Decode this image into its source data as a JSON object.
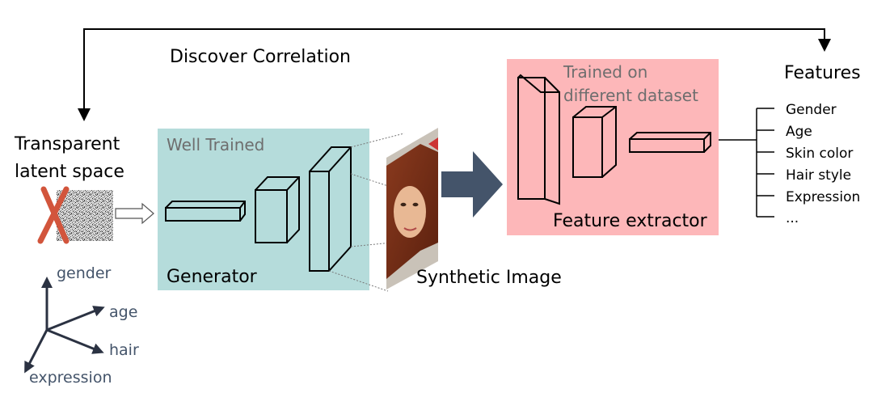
{
  "top_loop": {
    "label": "Discover Correlation"
  },
  "latent": {
    "title_line1": "Transparent",
    "title_line2": "latent space"
  },
  "generator": {
    "header": "Well Trained",
    "name": "Generator",
    "panel_color": "#b5dcdb"
  },
  "synthetic": {
    "label": "Synthetic Image"
  },
  "extractor": {
    "header_line1": "Trained on",
    "header_line2": "different dataset",
    "name": "Feature extractor",
    "panel_color": "#fdb7b9"
  },
  "features": {
    "title": "Features",
    "items": [
      "Gender",
      "Age",
      "Skin color",
      "Hair style",
      "Expression",
      "..."
    ]
  },
  "axes": {
    "labels": [
      "gender",
      "age",
      "hair",
      "expression"
    ]
  },
  "colors": {
    "header_text": "#6e6e6e",
    "axis_text": "#44546a",
    "axis_arrow": "#2b3242",
    "big_arrow": "#44546a",
    "x_mark": "#d2553c"
  }
}
